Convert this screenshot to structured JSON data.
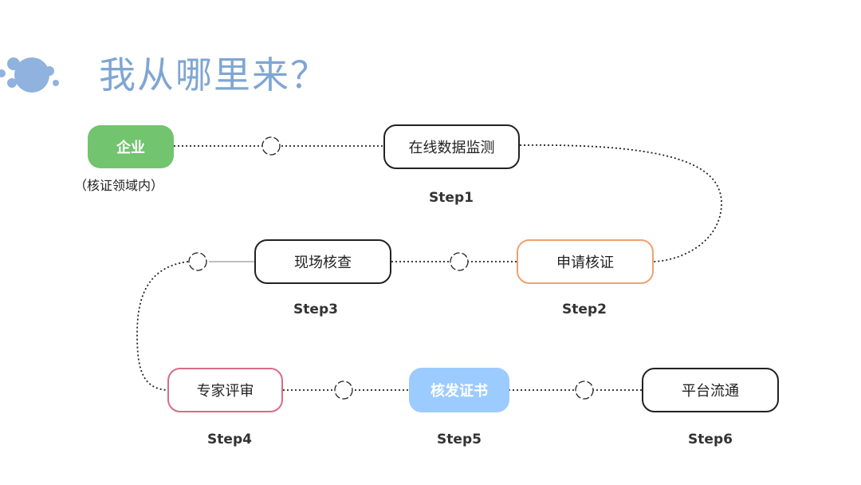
{
  "header": {
    "title": "我从哪里来？"
  },
  "decoration": {
    "icon": "bubbles-icon",
    "color": "#7fa6d3"
  },
  "nodes": {
    "enterprise": {
      "label": "企业",
      "caption": "（核证领域内）",
      "fill": "#72c46f"
    },
    "monitor": {
      "label": "在线数据监测",
      "step": "Step1",
      "border": "#222222"
    },
    "apply": {
      "label": "申请核证",
      "step": "Step2",
      "border": "#f0a070"
    },
    "inspect": {
      "label": "现场核查",
      "step": "Step3",
      "border": "#222222"
    },
    "review": {
      "label": "专家评审",
      "step": "Step4",
      "border": "#d86c84"
    },
    "certify": {
      "label": "核发证书",
      "step": "Step5",
      "fill": "#9ccbff"
    },
    "platform": {
      "label": "平台流通",
      "step": "Step6",
      "border": "#222222"
    }
  }
}
